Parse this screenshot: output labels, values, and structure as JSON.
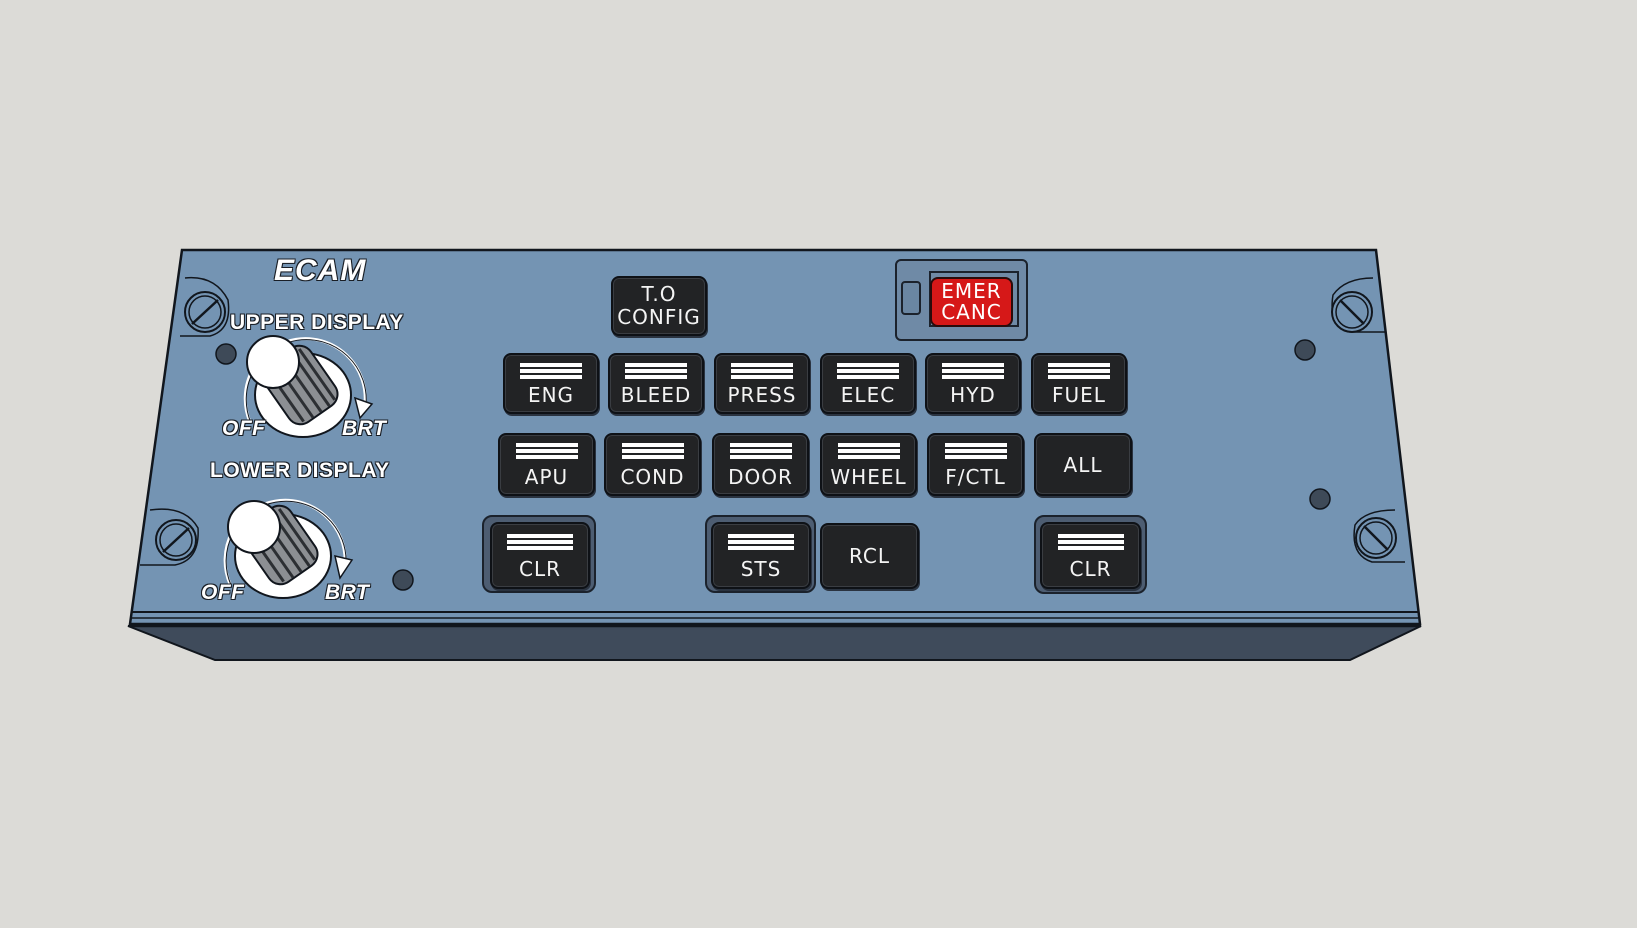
{
  "panel": {
    "title": "ECAM",
    "colors": {
      "background": "#dcdbd7",
      "panel_face": "#7494b3",
      "panel_side": "#3f4b5b",
      "button_body": "#222325",
      "button_text": "#f4f4f4",
      "emer_red": "#d61818"
    }
  },
  "knobs": {
    "upper": {
      "title": "UPPER DISPLAY",
      "min_label": "OFF",
      "max_label": "BRT"
    },
    "lower": {
      "title": "LOWER DISPLAY",
      "min_label": "OFF",
      "max_label": "BRT"
    }
  },
  "top_buttons": {
    "to_config": {
      "line1": "T.O",
      "line2": "CONFIG"
    },
    "emer_canc": {
      "line1": "EMER",
      "line2": "CANC"
    }
  },
  "row1": [
    {
      "label": "ENG",
      "lit_bars": true
    },
    {
      "label": "BLEED",
      "lit_bars": true
    },
    {
      "label": "PRESS",
      "lit_bars": true
    },
    {
      "label": "ELEC",
      "lit_bars": true
    },
    {
      "label": "HYD",
      "lit_bars": true
    },
    {
      "label": "FUEL",
      "lit_bars": true
    }
  ],
  "row2": [
    {
      "label": "APU",
      "lit_bars": true
    },
    {
      "label": "COND",
      "lit_bars": true
    },
    {
      "label": "DOOR",
      "lit_bars": true
    },
    {
      "label": "WHEEL",
      "lit_bars": true
    },
    {
      "label": "F/CTL",
      "lit_bars": true
    },
    {
      "label": "ALL",
      "lit_bars": false
    }
  ],
  "row3": {
    "clr_left": {
      "label": "CLR",
      "lit_bars": true
    },
    "sts": {
      "label": "STS",
      "lit_bars": true
    },
    "rcl": {
      "label": "RCL",
      "lit_bars": false
    },
    "clr_right": {
      "label": "CLR",
      "lit_bars": true
    }
  }
}
